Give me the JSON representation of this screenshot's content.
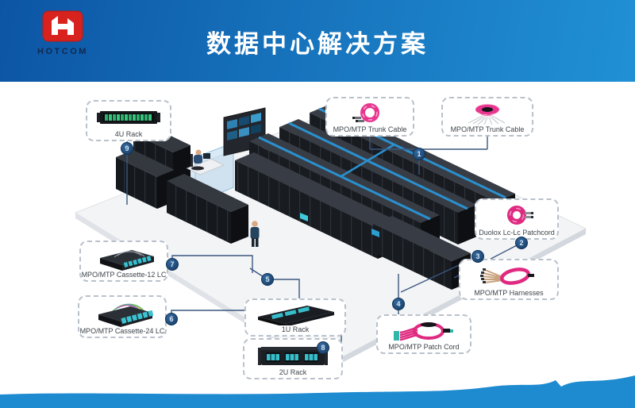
{
  "header": {
    "logo_text": "HOTCOM",
    "title": "数据中心解决方案"
  },
  "callouts": {
    "rack4u": {
      "label": "4U Rack"
    },
    "trunk_coil": {
      "label": "MPO/MTP Trunk Cable"
    },
    "trunk_spool": {
      "label": "MPO/MTP Trunk Cable"
    },
    "duplex_patchcord": {
      "label": "Duolox Lc-Lc Patchcord"
    },
    "harnesses": {
      "label": "MPO/MTP Harnesses"
    },
    "patch_cord": {
      "label": "MPO/MTP Patch Cord"
    },
    "cassette12": {
      "label": "MPO/MTP Cassette-12 LC"
    },
    "cassette24": {
      "label": "MPO/MTP Cassette-24 LC"
    },
    "rack1u": {
      "label": "1U Rack"
    },
    "rack2u": {
      "label": "2U Rack"
    }
  },
  "badges": {
    "b1": "1",
    "b2": "2",
    "b3": "3",
    "b4": "4",
    "b5": "5",
    "b6": "6",
    "b7": "7",
    "b8": "8",
    "b9": "9"
  },
  "icons": {
    "logo": "hotcom-h-logo",
    "rack4u": "4u-rack-icon",
    "trunk_coil": "trunk-cable-coil-icon",
    "trunk_spool": "trunk-cable-spool-icon",
    "duplex_patchcord": "lc-patchcord-coil-icon",
    "harnesses": "mpo-harness-icon",
    "patch_cord": "mpo-patchcord-fanout-icon",
    "cassette12": "cassette-12lc-icon",
    "cassette24": "cassette-24lc-icon",
    "rack1u": "1u-rack-tray-icon",
    "rack2u": "2u-rack-chassis-icon"
  },
  "colors": {
    "header_gradient_start": "#0c55a4",
    "header_gradient_end": "#2295d9",
    "cable_pink": "#e02a80",
    "port_teal": "#38bfcc",
    "tray_blue": "#2a90cf",
    "connector_line": "#3a577f",
    "badge_navy": "#1b4875",
    "wave_blue": "#1e8bd0",
    "logo_red": "#d7221d"
  }
}
